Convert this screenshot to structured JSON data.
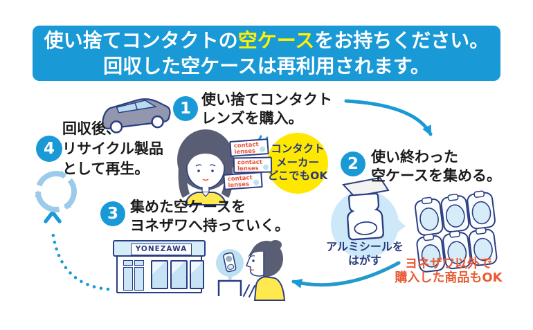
{
  "banner": {
    "line1_pre": "使い捨てコンタクトの",
    "line1_highlight": "空ケース",
    "line1_post": "をお持ちください。",
    "line2": "回収した空ケースは再利用されます。"
  },
  "steps": [
    {
      "number": "1",
      "lines": [
        "使い捨てコンタクト",
        "レンズを購入。"
      ]
    },
    {
      "number": "2",
      "lines": [
        "使い終わった",
        "空ケースを集める。"
      ]
    },
    {
      "number": "3",
      "lines": [
        "集めた空ケースを",
        "ヨネザワへ持っていく。"
      ]
    },
    {
      "number": "4",
      "lines": [
        "回収後、",
        "リサイクル製品",
        "として再生。"
      ]
    }
  ],
  "badges": {
    "maker_ok": [
      "コンタクト",
      "メーカー",
      "どこでもOK"
    ],
    "peel_seal": [
      "アルミシールを",
      "はがす"
    ],
    "other_ok": [
      "ヨネザワ以外で",
      "購入した商品もOK"
    ]
  },
  "store_sign": "YONEZAWA",
  "contact_box": [
    "contact",
    "lenses"
  ],
  "colors": {
    "banner_blue": "#1999D6",
    "highlight_yellow": "#FFF100",
    "badge_yellow": "#FFE800",
    "navy": "#27397F",
    "orange": "#E85A33",
    "box_label_red": "#E8543A",
    "light_blue": "#CDE8F8",
    "arrow_blue": "#1999D6"
  }
}
